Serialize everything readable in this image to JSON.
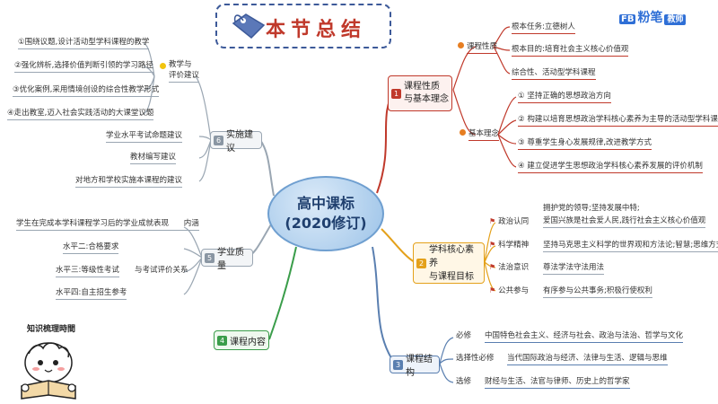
{
  "banner": {
    "title": "本节总结"
  },
  "logo": {
    "brand": "粉笔",
    "tag": "教师"
  },
  "center": {
    "line1": "高中课标",
    "line2": "(2020修订)"
  },
  "branches": {
    "b1": {
      "number": "1",
      "title_line1": "课程性质",
      "title_line2": "与基本理念",
      "nature": {
        "label": "课程性质",
        "items": [
          "根本任务:立德树人",
          "根本目的:培育社会主义核心价值观",
          "综合性、活动型学科课程"
        ]
      },
      "concept": {
        "label": "基本理念",
        "items": [
          "坚持正确的思想政治方向",
          "构建以培育思想政治学科核心素养为主导的活动型学科课程",
          "尊重学生身心发展规律,改进教学方式",
          "建立促进学生思想政治学科核心素养发展的评价机制"
        ],
        "marks": [
          "①",
          "②",
          "③",
          "④"
        ]
      }
    },
    "b2": {
      "number": "2",
      "title_line1": "学科核心素养",
      "title_line2": "与课程目标",
      "rows": [
        {
          "label": "政治认同",
          "text1": "拥护党的领导;坚持发展中特;",
          "text2": "爱国兴族是社会爱人民,践行社会主义核心价值观"
        },
        {
          "label": "科学精神",
          "text1": "坚持马克思主义科学的世界观和方法论;智慧;思维方式"
        },
        {
          "label": "法治意识",
          "text1": "尊法学法守法用法"
        },
        {
          "label": "公共参与",
          "text1": "有序参与公共事务;积极行使权利"
        }
      ]
    },
    "b3": {
      "number": "3",
      "title": "课程结构",
      "rows": [
        {
          "label": "必修",
          "text": "中国特色社会主义、经济与社会、政治与法治、哲学与文化"
        },
        {
          "label": "选择性必修",
          "text": "当代国际政治与经济、法律与生活、逻辑与思维"
        },
        {
          "label": "选修",
          "text": "财经与生活、法官与律师、历史上的哲学家"
        }
      ]
    },
    "b4": {
      "number": "4",
      "title": "课程内容"
    },
    "b5": {
      "number": "5",
      "title": "学业质量",
      "level1_a": "学生在完成本学科课程学习后的学业成就表现",
      "level1_b": "内涵",
      "level2": "水平二:合格要求",
      "level3": "水平三:等级性考试",
      "level3_rel": "与考试评价关系",
      "level4": "水平四:自主招生参考"
    },
    "b6": {
      "number": "6",
      "title": "实施建议",
      "teaching_label_line1": "教学与",
      "teaching_label_line2": "评价建议",
      "teaching_items": [
        "围绕议题,设计活动型学科课程的教学",
        "强化辨析,选择价值判断引领的学习路径",
        "优化案例,采用情境创设的综合性教学形式",
        "走出教室,迈入社会实践活动的大课堂议题"
      ],
      "teaching_marks": [
        "①",
        "②",
        "③",
        "④"
      ],
      "others": [
        "学业水平考试命题建议",
        "教材编写建议",
        "对地方和学校实施本课程的建议"
      ]
    }
  },
  "sticker": {
    "caption": "知识梳理時間"
  }
}
